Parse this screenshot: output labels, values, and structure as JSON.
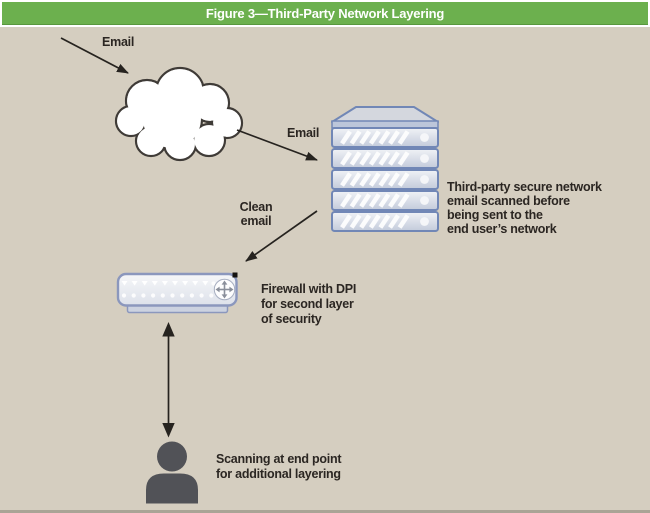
{
  "title_bar": {
    "text": "Figure 3—Third-Party Network Layering",
    "bg_color": "#6cb04e",
    "text_color": "#ffffff"
  },
  "canvas": {
    "background_color": "#d5cec0"
  },
  "labels": {
    "email_in": "Email",
    "email_to_server": "Email",
    "clean_email": "Clean\nemail",
    "server_note": "Third-party secure network\nemail scanned before\nbeing sent to the\nend user’s network",
    "firewall_note": "Firewall with DPI\nfor second layer\nof security",
    "endpoint_note": "Scanning at end point\nfor additional layering"
  },
  "icons": {
    "cloud": "cloud-icon",
    "server_stack": "server-stack-icon",
    "firewall": "firewall-icon",
    "person": "person-icon",
    "four_way_arrow": "move-arrows-icon"
  },
  "flow": [
    {
      "from": "outside",
      "to": "internet-cloud",
      "label": "Email"
    },
    {
      "from": "internet-cloud",
      "to": "third-party-server-stack",
      "label": "Email"
    },
    {
      "from": "third-party-server-stack",
      "to": "firewall-dpi",
      "label": "Clean email"
    },
    {
      "from": "firewall-dpi",
      "to": "end-point-user",
      "label": "",
      "bidirectional": true
    }
  ],
  "colors": {
    "accent_green": "#6cb04e",
    "background_beige": "#d5cec0",
    "device_blue_border": "#7187b6",
    "device_fill_light": "#eef0f5",
    "arrow_dark": "#26231f",
    "text_dark": "#2b2622",
    "person_gray": "#515257"
  }
}
